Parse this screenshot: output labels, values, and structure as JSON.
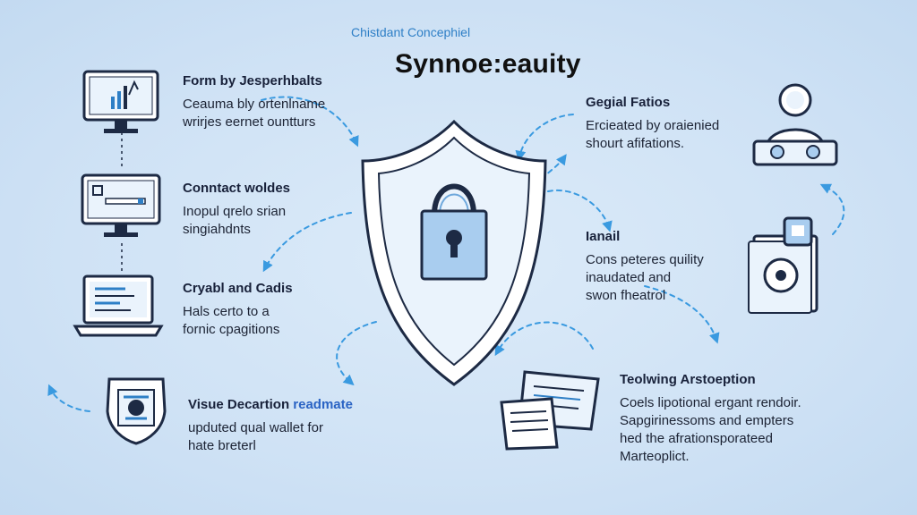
{
  "header": {
    "subtitle": "Chistdant Concephiel",
    "title": "Synnoe:eauity"
  },
  "blocks_left": [
    {
      "heading": "Form by Jesperhbalts",
      "lines": [
        "Ceauma bly ortenlname",
        "wrirjes eernet ountturs"
      ]
    },
    {
      "heading": "Conntact woldes",
      "lines": [
        "Inopul qrelo srian",
        "singiahdnts"
      ]
    },
    {
      "heading": "Cryabl and Cadis",
      "lines": [
        "Hals certo to a",
        "fornic cpagitions"
      ]
    },
    {
      "heading": "Visue Decartion",
      "heading_accent": "readmate",
      "lines": [
        "upduted qual wallet for",
        "hate breterl"
      ]
    }
  ],
  "blocks_right": [
    {
      "heading": "Gegial Fatios",
      "lines": [
        "Ercieated by oraienied",
        "shourt afifations."
      ]
    },
    {
      "heading": "Ianail",
      "lines": [
        "Cons peteres quility",
        "inaudated and",
        "swon fheatrol"
      ]
    },
    {
      "heading": "Teolwing Arstoeption",
      "lines": [
        "Coels lipotional ergant rendoir.",
        "Sapgirinessoms and empters",
        "hed the afrationsporateed",
        "Marteoplict."
      ]
    }
  ],
  "colors": {
    "background": "#cfe2f5",
    "accent_blue": "#2e7fc6",
    "dashed_arrow": "#3a9ae0",
    "outline": "#1d2a44",
    "lock_fill": "#a9cdef"
  },
  "icons": [
    "shield-lock-icon",
    "monitor-chart-icon",
    "monitor-form-icon",
    "laptop-code-icon",
    "shield-badge-icon",
    "person-desk-icon",
    "document-disc-icon",
    "documents-stack-icon"
  ]
}
